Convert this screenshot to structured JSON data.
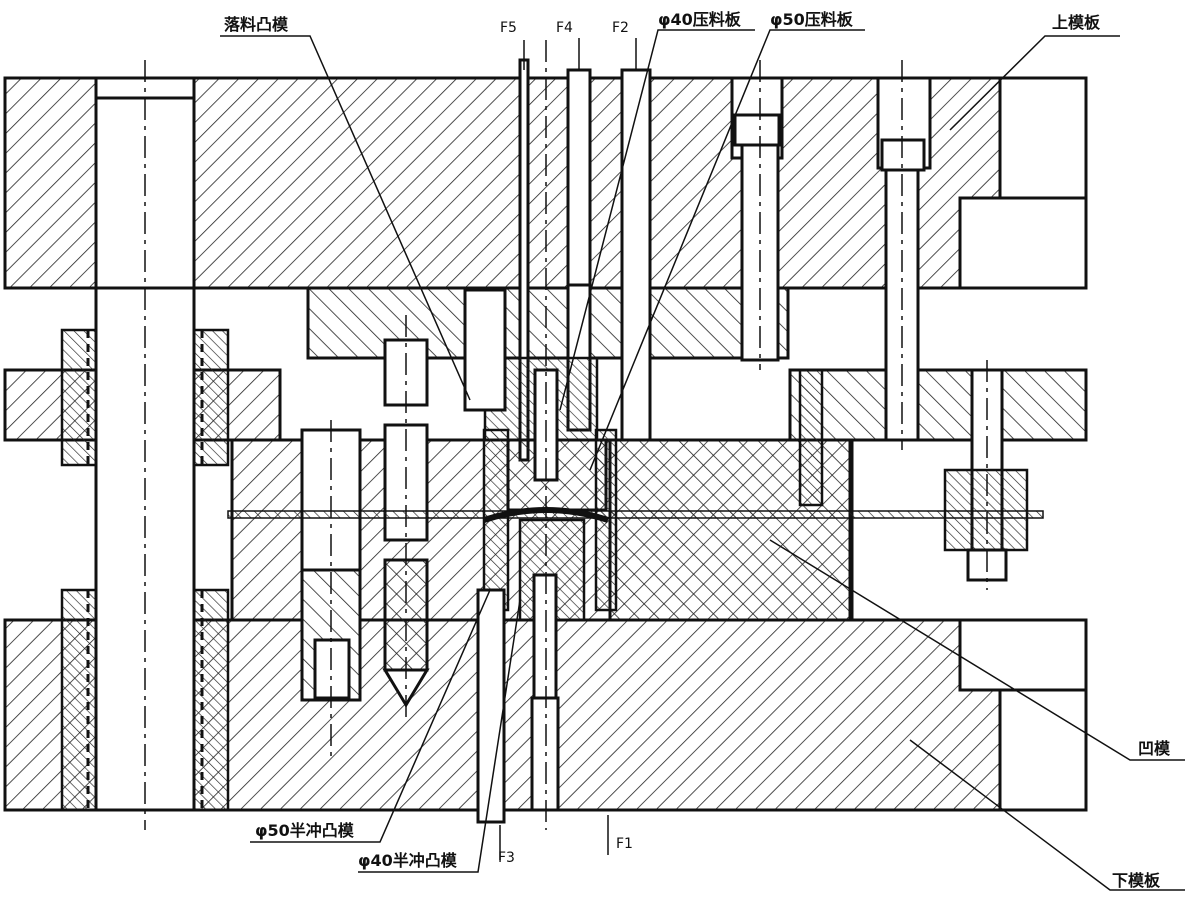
{
  "labels": {
    "f5": "F5",
    "f4": "F4",
    "f2": "F2",
    "phi40_press_plate": "φ40压料板",
    "phi50_press_plate": "φ50压料板",
    "upper_die_plate": "上模板",
    "blanking_punch": "落料凸模",
    "die": "凹模",
    "phi50_half_punch": "φ50半冲凸模",
    "phi40_half_punch": "φ40半冲凸模",
    "f3": "F3",
    "f1": "F1",
    "lower_die_plate": "下模板"
  }
}
